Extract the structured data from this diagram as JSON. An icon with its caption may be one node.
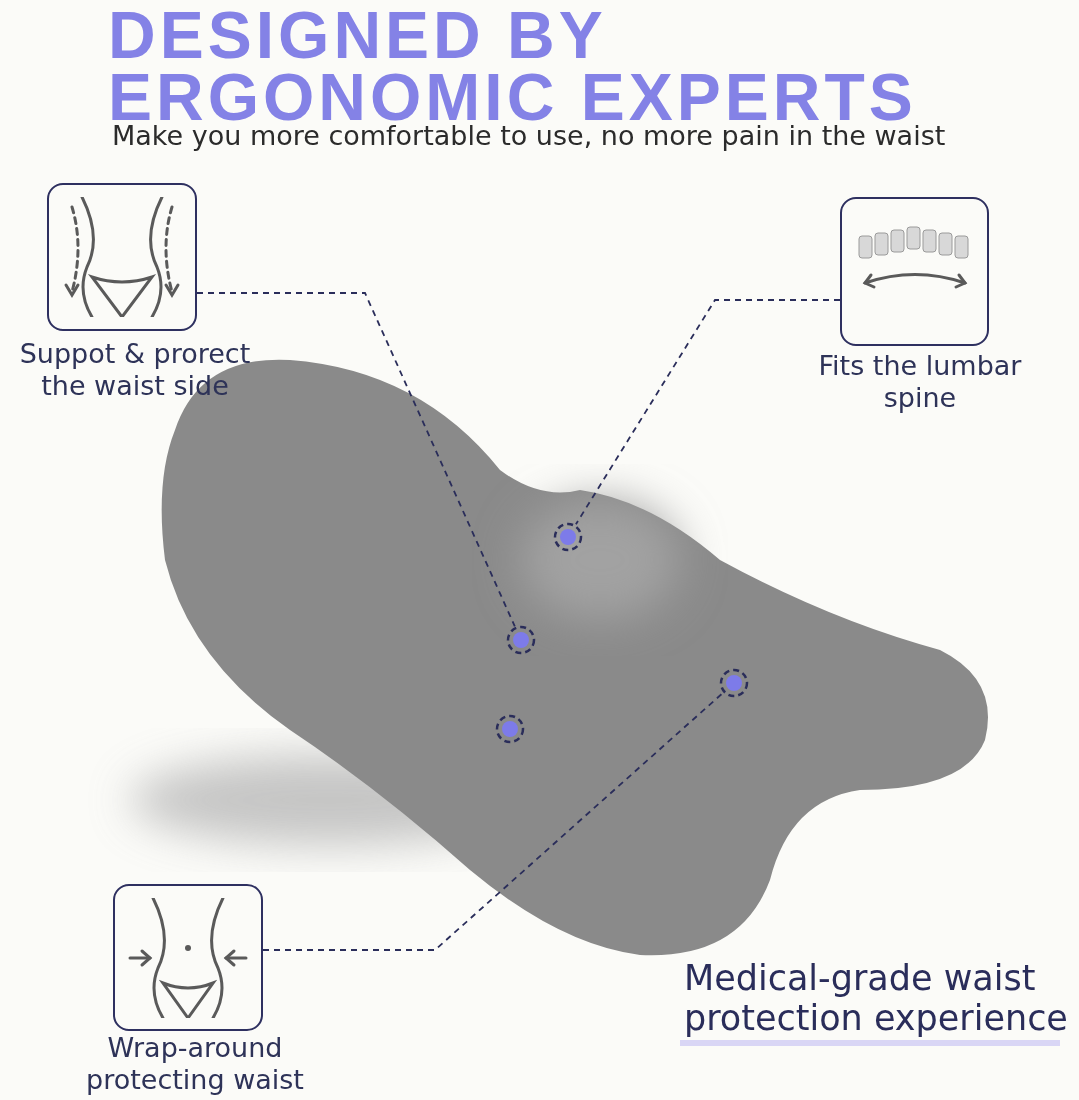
{
  "diagram": {
    "title": "DESIGNED BY ERGONOMIC EXPERTS",
    "nodes": [
      {
        "text": [
          "Suppot & prorect the waist side"
        ]
      },
      {
        "text": [
          "Fits the lumbar spine"
        ]
      },
      {
        "text": [
          "Wrap-around protecting waist"
        ]
      },
      {
        "text": [],
        "shape": "circle"
      },
      {
        "text": [],
        "shape": "circle"
      },
      {
        "text": [],
        "shape": "circle"
      },
      {
        "text": [],
        "shape": "circle"
      }
    ],
    "edges": [
      {
        "from": 0,
        "to": 4,
        "arrow": "none",
        "style": "dashed"
      },
      {
        "from": 1,
        "to": 3,
        "arrow": "none",
        "style": "dashed"
      },
      {
        "from": 2,
        "to": 5,
        "arrow": "none",
        "style": "dashed"
      }
    ],
    "labels": [
      "Make you more comfortable to use, no more pain in the waist",
      "Medical-grade waist protection experience"
    ]
  }
}
